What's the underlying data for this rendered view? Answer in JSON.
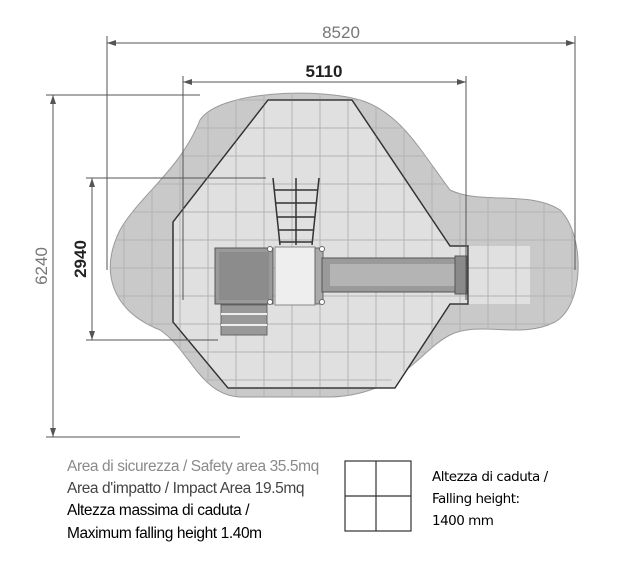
{
  "dimensions": {
    "overall_width": "8520",
    "impact_width": "5110",
    "overall_depth": "6240",
    "impact_depth": "2940"
  },
  "legend": {
    "safety_area": "Area di sicurezza / Safety area 35.5mq",
    "impact_area": "Area d'impatto / Impact Area 19.5mq",
    "max_fall_line1": "Altezza massima di caduta /",
    "max_fall_line2": "Maximum falling height 1.40m"
  },
  "falling_height": {
    "line1": "Altezza di caduta /",
    "line2": "Falling height:",
    "line3": "1400 mm"
  },
  "colors": {
    "safety_area": "#c8c8c8",
    "impact_area": "#e0e0e0",
    "dimension": "#888888",
    "safety_text": "#8a8a8a",
    "impact_text": "#444444"
  }
}
